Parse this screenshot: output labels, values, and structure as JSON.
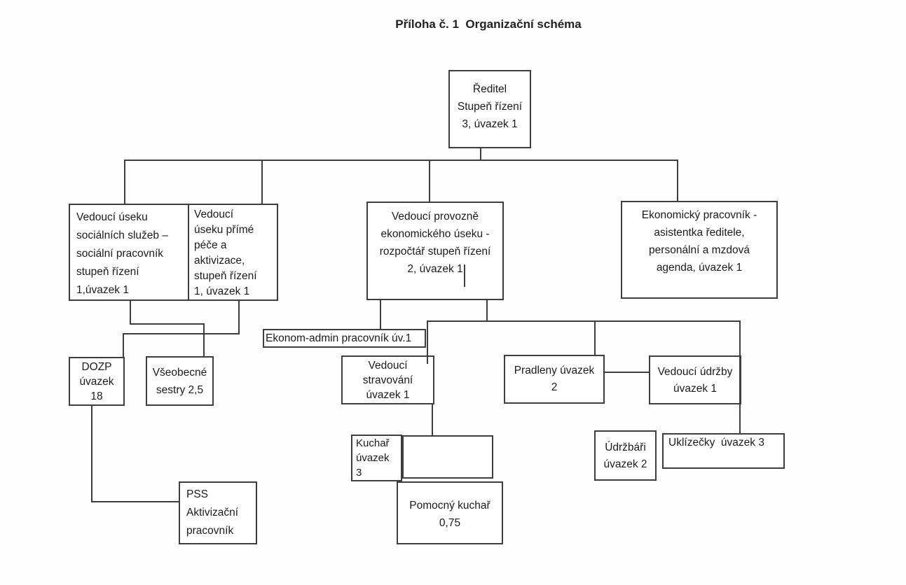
{
  "title": "Příloha č. 1  Organizační schéma",
  "colors": {
    "background": "#ffffff",
    "line": "#3e3e3e",
    "text": "#1b1b1b"
  },
  "nodes": {
    "reditel": {
      "lines": [
        "Ředitel",
        "Stupeň řízení",
        "3, úvazek 1"
      ]
    },
    "vedouci_socialnich_sluzeb": {
      "lines": [
        "Vedoucí úseku",
        "sociálních služeb –",
        "sociální pracovník",
        "stupeň řízení",
        "1,úvazek 1"
      ]
    },
    "vedouci_prime_pece": {
      "lines": [
        "Vedoucí",
        "úseku přímé",
        "péče a",
        "aktivizace,",
        "stupeň řízení",
        "1, úvazek 1"
      ]
    },
    "vedouci_provozne_ekonomickeho": {
      "lines": [
        "Vedoucí provozně",
        "ekonomického úseku -",
        "rozpočtář stupeň řízení",
        "2, úvazek 1"
      ]
    },
    "ekonomicky_pracovnik": {
      "lines": [
        "Ekonomický pracovník -",
        "asistentka ředitele,",
        "personální a mzdová",
        "agenda, úvazek 1"
      ]
    },
    "dozp": {
      "lines": [
        "DOZP",
        "úvazek",
        "18"
      ]
    },
    "vseobecne_sestry": {
      "lines": [
        "Všeobecné",
        "sestry 2,5"
      ]
    },
    "ekonom_admin": {
      "lines": [
        "Ekonom-admin pracovník úv.1"
      ]
    },
    "vedouci_stravovani": {
      "lines": [
        "Vedoucí",
        "stravování",
        "úvazek 1"
      ]
    },
    "pradleny": {
      "lines": [
        "Pradleny úvazek",
        "2"
      ]
    },
    "vedouci_udrzby": {
      "lines": [
        "Vedoucí údržby",
        "úvazek 1"
      ]
    },
    "kuchar": {
      "lines": [
        "Kuchař",
        "úvazek",
        "3"
      ]
    },
    "pomocny_kuchar": {
      "lines": [
        "Pomocný kuchař",
        "0,75"
      ]
    },
    "udrzbari": {
      "lines": [
        "Údržbáři",
        "úvazek 2"
      ]
    },
    "uklizecky": {
      "lines": [
        "Uklízečky  úvazek 3"
      ]
    },
    "pss": {
      "lines": [
        "PSS",
        "Aktivizační",
        "pracovník"
      ]
    }
  }
}
